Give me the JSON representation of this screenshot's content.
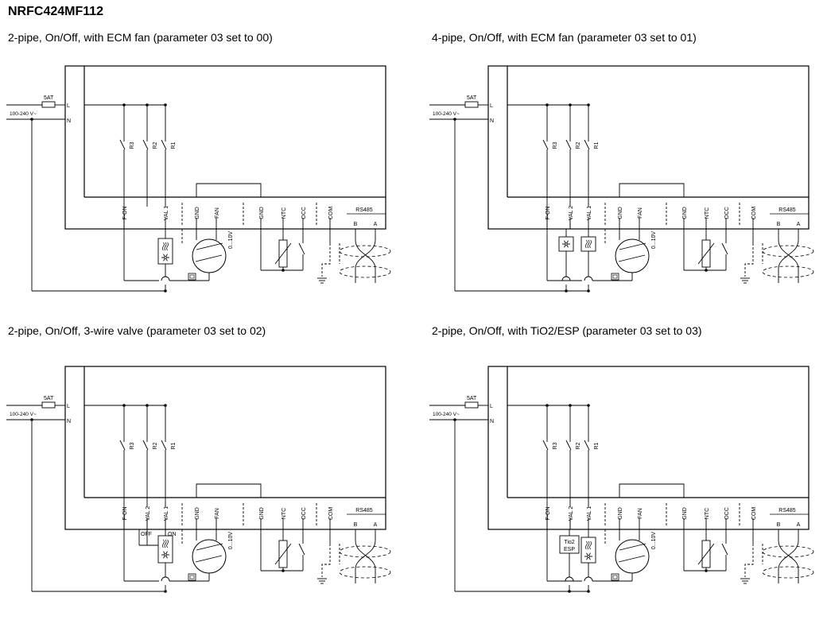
{
  "title": "NRFC424MF112",
  "diagrams": [
    {
      "caption": "2-pipe, On/Off, with ECM fan (parameter 03 set to 00)",
      "fuse": "5AT",
      "supply": "100-240 V~",
      "line": "L",
      "neutral": "N",
      "relays": [
        "R3",
        "R2",
        "R1"
      ],
      "terminals": [
        "F-ON",
        "VAL 1",
        "GND",
        "FAN",
        "GND",
        "NTC",
        "OCC",
        "COM",
        "B",
        "A"
      ],
      "bus": "RS485",
      "signal": "0...10V",
      "valve_labels": {}
    },
    {
      "caption": "4-pipe, On/Off, with ECM fan (parameter 03 set to 01)",
      "fuse": "5AT",
      "supply": "100-240 V~",
      "line": "L",
      "neutral": "N",
      "relays": [
        "R3",
        "R2",
        "R1"
      ],
      "terminals": [
        "F-ON",
        "VAL 2",
        "VAL 1",
        "GND",
        "FAN",
        "GND",
        "NTC",
        "OCC",
        "COM",
        "B",
        "A"
      ],
      "bus": "RS485",
      "signal": "0...10V",
      "valve_labels": {}
    },
    {
      "caption": "2-pipe, On/Off, 3-wire valve (parameter 03 set to 02)",
      "fuse": "5AT",
      "supply": "100-240 V~",
      "line": "L",
      "neutral": "N",
      "relays": [
        "R3",
        "R2",
        "R1"
      ],
      "terminals": [
        "F-ON",
        "VAL 2",
        "VAL 1",
        "GND",
        "FAN",
        "GND",
        "NTC",
        "OCC",
        "COM",
        "B",
        "A"
      ],
      "bus": "RS485",
      "signal": "0...10V",
      "valve_labels": {
        "off": "OFF",
        "on": "ON"
      }
    },
    {
      "caption": "2-pipe, On/Off, with TiO2/ESP (parameter 03 set to 03)",
      "fuse": "5AT",
      "supply": "100-240 V~",
      "line": "L",
      "neutral": "N",
      "relays": [
        "R3",
        "R2",
        "R1"
      ],
      "terminals": [
        "F-ON",
        "VAL 2",
        "VAL 1",
        "GND",
        "FAN",
        "GND",
        "NTC",
        "OCC",
        "COM",
        "B",
        "A"
      ],
      "bus": "RS485",
      "signal": "0...10V",
      "valve_labels": {},
      "device_labels": [
        "Tio2",
        "ESP"
      ]
    }
  ]
}
